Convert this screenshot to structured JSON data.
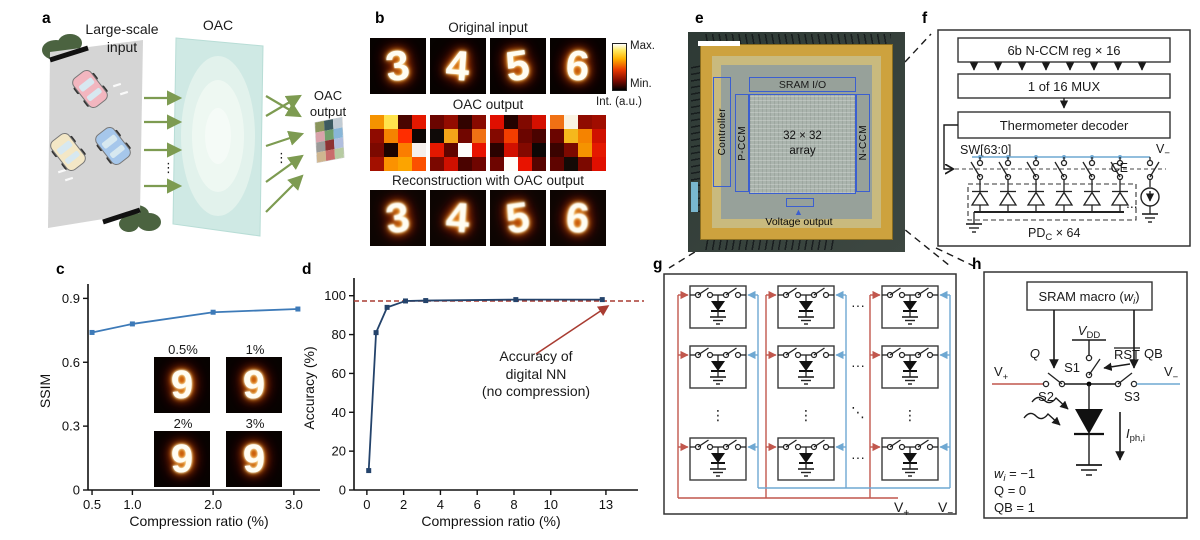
{
  "panel_letters": {
    "a": "a",
    "b": "b",
    "c": "c",
    "d": "d",
    "e": "e",
    "f": "f",
    "g": "g",
    "h": "h"
  },
  "a": {
    "input_label": [
      "Large-scale",
      "input"
    ],
    "oac_label": "OAC",
    "output_label": [
      "OAC",
      "output"
    ],
    "arrow_color": "#7d9b51",
    "car_colors": [
      "#f2b6bf",
      "#f3e7c6",
      "#a6c7eb"
    ],
    "mosaic_colors": [
      [
        "#8a955c",
        "#3c5a60",
        "#c2ccd4"
      ],
      [
        "#d9a2aa",
        "#71a06c",
        "#88b6d8"
      ],
      [
        "#9b9b99",
        "#8d3232",
        "#b0bede"
      ],
      [
        "#cfb690",
        "#c96c6c",
        "#b7cba2"
      ]
    ],
    "dots": "⋮"
  },
  "b": {
    "titles": {
      "original": "Original input",
      "oac": "OAC output",
      "recon": "Reconstruction with OAC output"
    },
    "digits": [
      "3",
      "4",
      "5",
      "6"
    ],
    "colorbar": {
      "max": "Max.",
      "min": "Min.",
      "unit": "Int. (a.u.)"
    },
    "oac_grids": [
      [
        [
          "#f59300",
          "#ffe34d",
          "#4a0500",
          "#e41800"
        ],
        [
          "#8f0b00",
          "#f58300",
          "#ff2d00",
          "#0d0603"
        ],
        [
          "#7c0900",
          "#1c0400",
          "#fb7d00",
          "#f4efec"
        ],
        [
          "#a31000",
          "#fb9200",
          "#fca400",
          "#fb5000"
        ]
      ],
      [
        [
          "#6b0500",
          "#930c00",
          "#320300",
          "#880a00"
        ],
        [
          "#0f0a08",
          "#f5a519",
          "#710600",
          "#f07114"
        ],
        [
          "#e41800",
          "#5f0400",
          "#fdfdfb",
          "#e81300"
        ],
        [
          "#7b0800",
          "#cf1000",
          "#4a0300",
          "#6f0500"
        ]
      ],
      [
        [
          "#e00f00",
          "#230200",
          "#810900",
          "#d41000"
        ],
        [
          "#840900",
          "#f23d00",
          "#6b0500",
          "#4a0300"
        ],
        [
          "#2a0200",
          "#d11000",
          "#830900",
          "#0d0705"
        ],
        [
          "#6e0500",
          "#fffdf8",
          "#e81300",
          "#570400"
        ]
      ],
      [
        [
          "#f07114",
          "#f9f3e2",
          "#8f0b00",
          "#a00d00"
        ],
        [
          "#6b0500",
          "#f5b81c",
          "#f58300",
          "#cf1000"
        ],
        [
          "#3a0300",
          "#7c0900",
          "#f59300",
          "#e41800"
        ],
        [
          "#5f0400",
          "#140a06",
          "#7c0900",
          "#e00f00"
        ]
      ]
    ]
  },
  "chart_data": [
    {
      "id": "c",
      "type": "line",
      "x": [
        0.5,
        1.0,
        2.0,
        3.05
      ],
      "y": [
        0.74,
        0.78,
        0.835,
        0.85
      ],
      "xlabel": "Compression ratio (%)",
      "ylabel": "SSIM",
      "xticks": [
        0.5,
        1.0,
        2.0,
        3.0
      ],
      "xtick_labels": [
        "0.5",
        "1.0",
        "2.0",
        "3.0"
      ],
      "yticks": [
        0,
        0.3,
        0.6,
        0.9
      ],
      "ytick_labels": [
        "0",
        "0.3",
        "0.6",
        "0.9"
      ],
      "xlim": [
        0.45,
        3.2
      ],
      "ylim": [
        0,
        0.93
      ],
      "grid": false,
      "line_color": "#3d7ab8",
      "insets": [
        {
          "label": "0.5%",
          "digit": "9"
        },
        {
          "label": "1%",
          "digit": "9"
        },
        {
          "label": "2%",
          "digit": "9"
        },
        {
          "label": "3%",
          "digit": "9"
        }
      ]
    },
    {
      "id": "d",
      "type": "line",
      "x": [
        0.1,
        0.5,
        1.1,
        2.1,
        3.2,
        8.1,
        12.8
      ],
      "y": [
        10,
        81,
        94,
        97.3,
        97.5,
        98,
        98
      ],
      "xlabel": "Compression ratio (%)",
      "ylabel": "Accuracy (%)",
      "xticks": [
        0,
        2,
        4,
        6,
        8,
        10,
        13
      ],
      "xtick_labels": [
        "0",
        "2",
        "4",
        "6",
        "8",
        "10",
        "13"
      ],
      "yticks": [
        0,
        20,
        40,
        60,
        80,
        100
      ],
      "ytick_labels": [
        "0",
        "20",
        "40",
        "60",
        "80",
        "100"
      ],
      "xlim": [
        -0.7,
        14.2
      ],
      "ylim": [
        0,
        105
      ],
      "grid": false,
      "line_color": "#24436b",
      "ref_line": {
        "value": 97.3,
        "color": "#a93c32",
        "style": "dashed",
        "label": [
          "Accuracy of",
          "digital NN",
          "(no compression)"
        ]
      }
    }
  ],
  "e": {
    "labels": {
      "sram_io": "SRAM I/O",
      "controller": "Controller",
      "pccm": "P-CCM",
      "array": [
        "32 × 32",
        "array"
      ],
      "nccm": "N-CCM",
      "voltage_output": "Voltage output",
      "voltage_arrow": "▲"
    },
    "annotation_color": "#3b5fd0"
  },
  "f": {
    "boxes": [
      "6b N-CCM reg × 16",
      "1 of 16 MUX",
      "Thermometer decoder"
    ],
    "sw_label": "SW[63:0]",
    "ce_label": "CE",
    "v_minus": {
      "main": "V",
      "sub": "−"
    },
    "pd_label": {
      "main": "PD",
      "sub": "C",
      "rest": " × 64"
    },
    "dots": "..."
  },
  "g": {
    "v_plus": {
      "main": "V",
      "sub": "+"
    },
    "v_minus": {
      "main": "V",
      "sub": "−"
    },
    "dots_h": "···",
    "dots_v": "⋮",
    "dots_diag": "⋱",
    "wire_plus_color": "#c1574d",
    "wire_minus_color": "#6fa8d2"
  },
  "h": {
    "sram_label": {
      "pre": "SRAM macro (",
      "w": "w",
      "sub": "i",
      "post": ")"
    },
    "vdd": {
      "main": "V",
      "sub": "DD"
    },
    "rst": "RST",
    "q": "Q",
    "qb": "QB",
    "s1": "S1",
    "s2": "S2",
    "s3": "S3",
    "v_plus": {
      "main": "V",
      "sub": "+"
    },
    "v_minus": {
      "main": "V",
      "sub": "−"
    },
    "iph": {
      "main": "I",
      "sub": "ph,i"
    },
    "state_w": {
      "main": "w",
      "sub": "i",
      "rest": " = −1"
    },
    "state_lines": [
      "Q = 0",
      "QB = 1"
    ]
  }
}
